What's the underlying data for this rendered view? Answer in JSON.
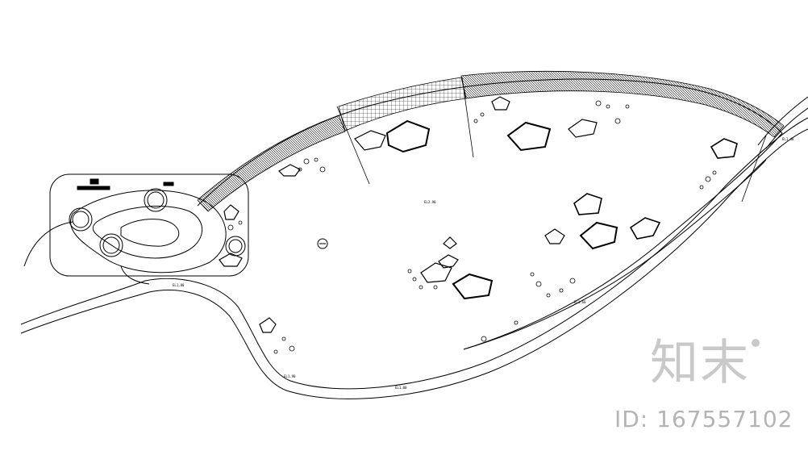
{
  "drawing": {
    "elevation_labels": [
      "EL1.80",
      "EL2.90",
      "EL1.60",
      "EL1.90",
      "EL1.00",
      "EL1.40"
    ]
  },
  "watermark": {
    "logo_text": "知末",
    "id_text": "ID: 167557102"
  },
  "colors": {
    "line": "#000000",
    "watermark": "#c4c4c4",
    "background": "#ffffff"
  }
}
